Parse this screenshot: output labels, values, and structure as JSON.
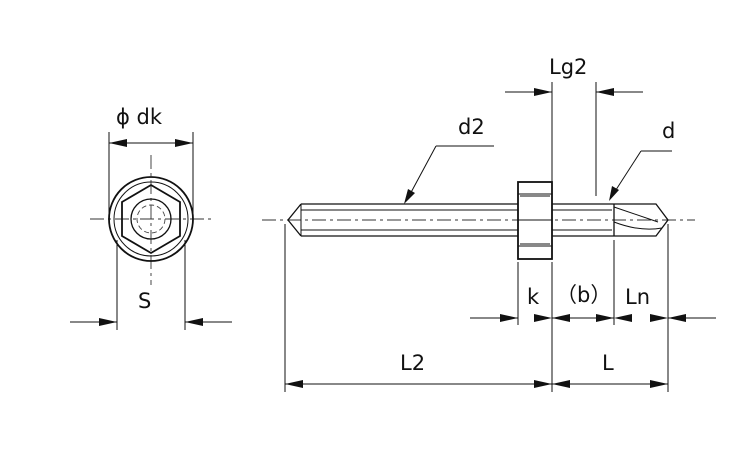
{
  "labels": {
    "dk": "ϕ dk",
    "s": "S",
    "d2": "d2",
    "lg2": "Lg2",
    "d": "d",
    "k": "k",
    "b": "（b）",
    "ln": "Ln",
    "l2": "L2",
    "l": "L"
  }
}
